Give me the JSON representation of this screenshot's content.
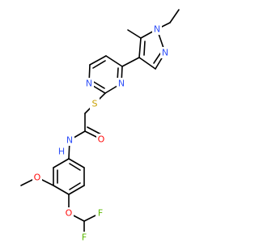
{
  "colors": {
    "bond": "#000000",
    "N": "#3050F8",
    "O": "#FF0D0D",
    "S": "#C8A000",
    "F": "#5BB800"
  },
  "atoms": {
    "n_ethyl_pyrazole": "N",
    "n_pyrazole_2": "N",
    "n_pyrimidine_top": "N",
    "n_pyrimidine_bottom": "N",
    "s_thioether": "S",
    "o_carbonyl": "O",
    "n_amide": "N",
    "h_amide": "H",
    "o_methoxy": "O",
    "o_difluoromethoxy": "O",
    "f_left": "F",
    "f_right": "F"
  }
}
